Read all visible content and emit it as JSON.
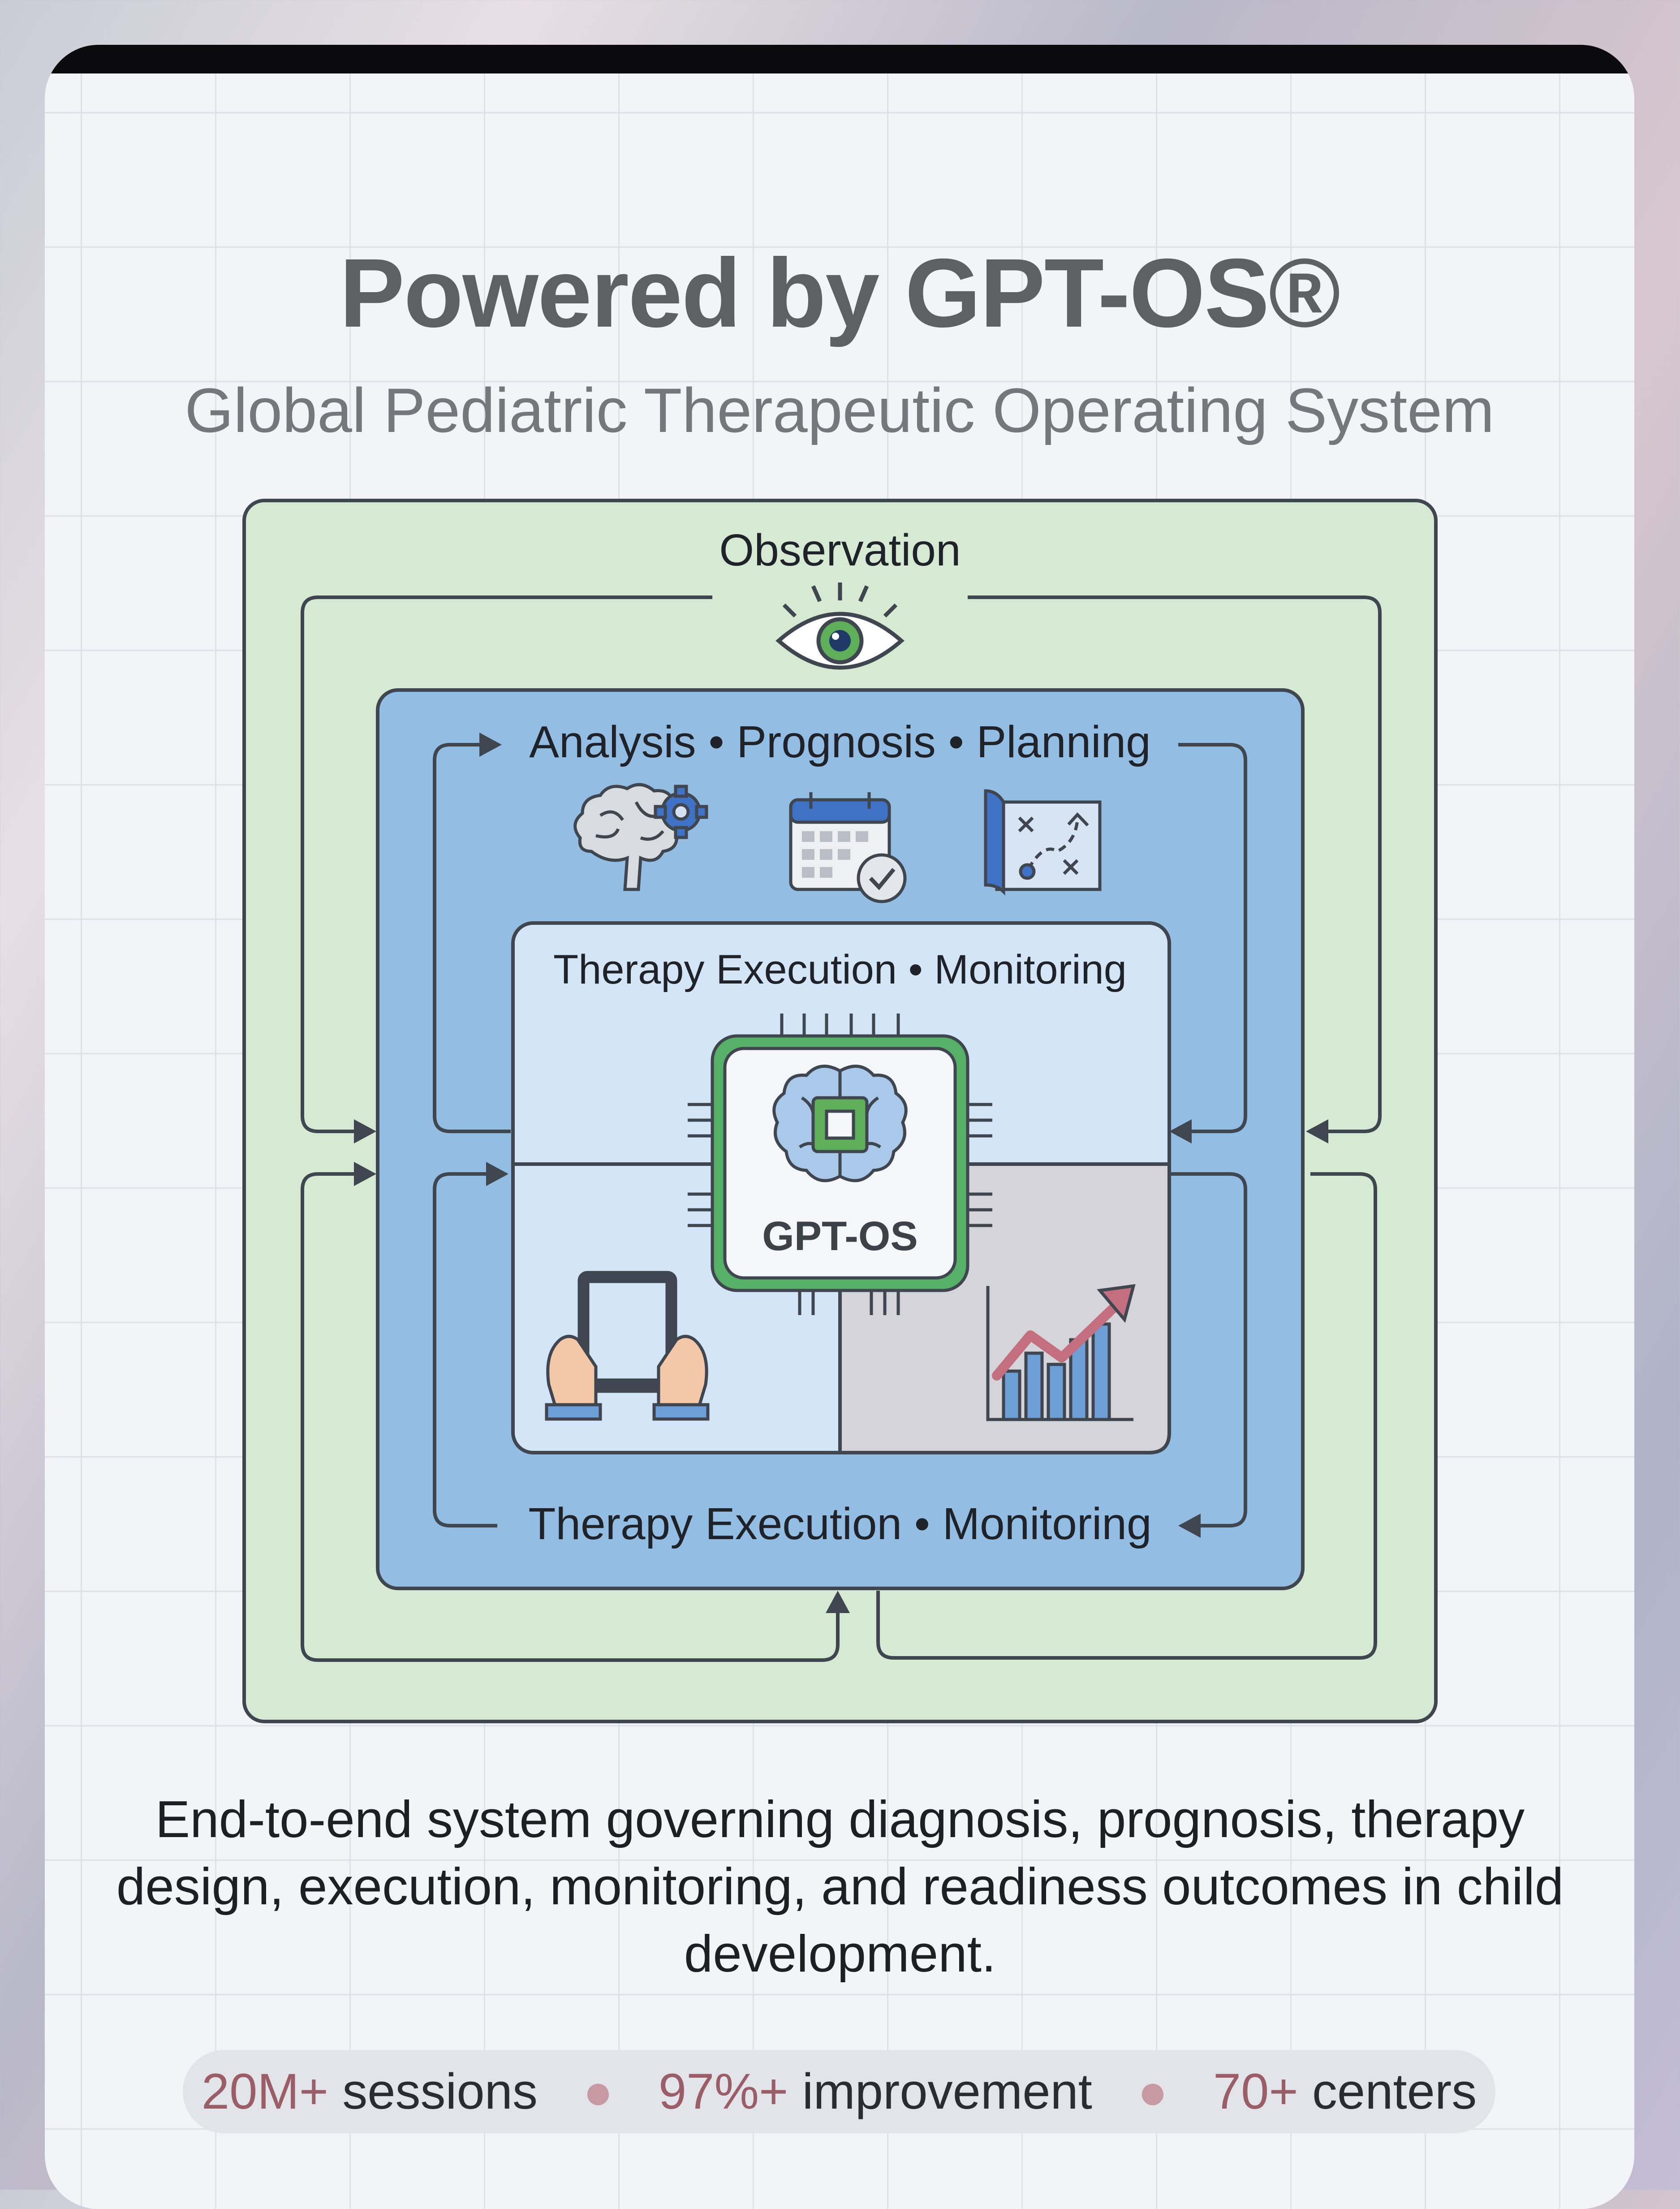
{
  "header": {
    "title": "Powered by GPT-OS®",
    "subtitle": "Global Pediatric Therapeutic Operating System"
  },
  "diagram": {
    "outer_label": "Observation",
    "middle_label": "Analysis • Prognosis • Planning",
    "inner_label": "Therapy Execution • Monitoring",
    "bottom_label": "Therapy Execution • Monitoring",
    "core_label": "GPT-OS",
    "colors": {
      "outer_fill": "#d5e9d3",
      "middle_fill": "#93bde3",
      "inner_fill": "#d3e5f6",
      "core_border": "#57b068",
      "stroke": "#3f4650"
    },
    "icons": [
      "eye-icon",
      "brain-gear-icon",
      "calendar-check-icon",
      "strategy-map-icon",
      "brain-chip-icon",
      "tablet-hands-icon",
      "growth-chart-icon"
    ]
  },
  "description": "End-to-end system governing diagnosis, prognosis, therapy design, execution, monitoring, and readiness outcomes in child development.",
  "stats": [
    {
      "value": "20M+",
      "label": "sessions"
    },
    {
      "value": "97%+",
      "label": "improvement"
    },
    {
      "value": "70+",
      "label": "centers"
    }
  ]
}
